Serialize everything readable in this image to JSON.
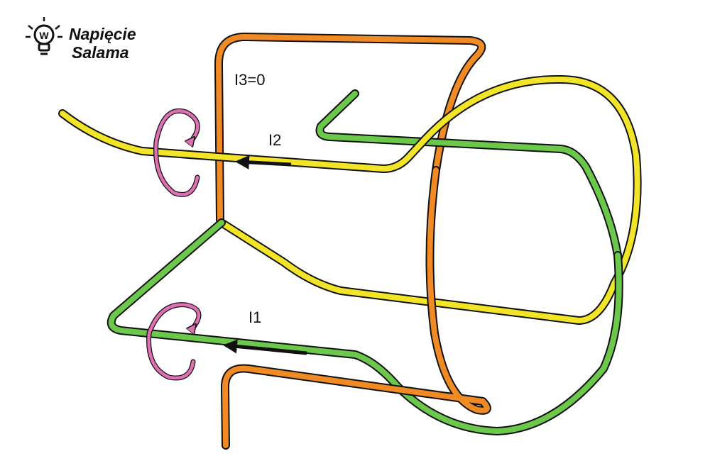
{
  "logo": {
    "line1": "Napięcie",
    "line2": "Salama",
    "bulb_letter": "W"
  },
  "labels": {
    "i3": "I3=0",
    "i2": "I2",
    "i1": "I1"
  },
  "colors": {
    "orange": "#F08A24",
    "yellow": "#F2E528",
    "green": "#6CC84A",
    "rotation": "#E06FB4",
    "arrow": "#111111"
  },
  "icons": [
    "lightbulb-icon",
    "current-arrow-icon",
    "rotation-arrow-icon"
  ]
}
